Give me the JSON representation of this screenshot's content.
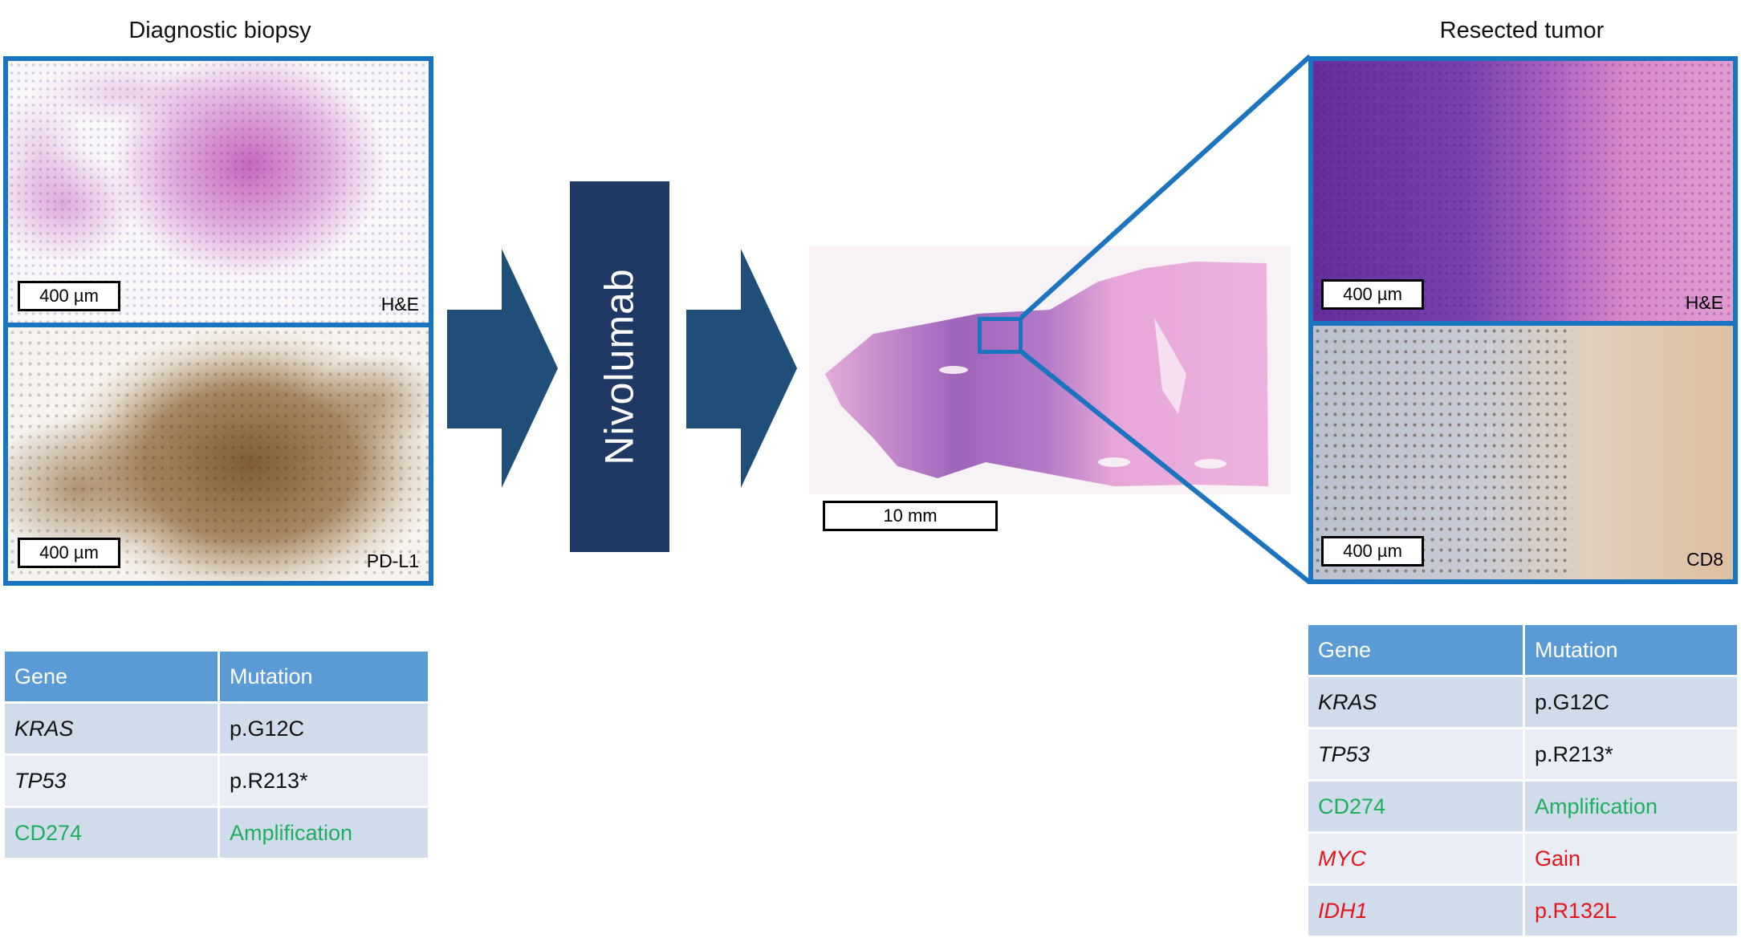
{
  "left_panel": {
    "title": "Diagnostic biopsy",
    "top": {
      "stain": "H&E",
      "scale": "400 µm"
    },
    "bottom": {
      "stain": "PD-L1",
      "scale": "400 µm"
    }
  },
  "treatment": {
    "label": "Nivolumab"
  },
  "whole_slide": {
    "scale": "10 mm"
  },
  "right_panel": {
    "title": "Resected tumor",
    "top": {
      "stain": "H&E",
      "scale": "400 µm"
    },
    "bottom": {
      "stain": "CD8",
      "scale": "400 µm"
    }
  },
  "colors": {
    "frame_blue": "#1B74BF",
    "arrow": "#1F4E79",
    "drug_box": "#1F3864",
    "table_header": "#5B9BD5",
    "amplification_green": "#1FAE5F",
    "new_alteration_red": "#E8131B"
  },
  "biopsy_table": {
    "headers": [
      "Gene",
      "Mutation"
    ],
    "rows": [
      {
        "gene": "KRAS",
        "mutation": "p.G12C",
        "italic": true,
        "color": ""
      },
      {
        "gene": "TP53",
        "mutation": "p.R213*",
        "italic": true,
        "color": ""
      },
      {
        "gene": "CD274",
        "mutation": "Amplification",
        "italic": false,
        "color": "green"
      }
    ]
  },
  "resection_table": {
    "headers": [
      "Gene",
      "Mutation"
    ],
    "rows": [
      {
        "gene": "KRAS",
        "mutation": "p.G12C",
        "italic": true,
        "color": ""
      },
      {
        "gene": "TP53",
        "mutation": "p.R213*",
        "italic": true,
        "color": ""
      },
      {
        "gene": "CD274",
        "mutation": "Amplification",
        "italic": false,
        "color": "green"
      },
      {
        "gene": "MYC",
        "mutation": "Gain",
        "italic": true,
        "color": "red"
      },
      {
        "gene": "IDH1",
        "mutation": "p.R132L",
        "italic": true,
        "color": "red"
      }
    ]
  }
}
